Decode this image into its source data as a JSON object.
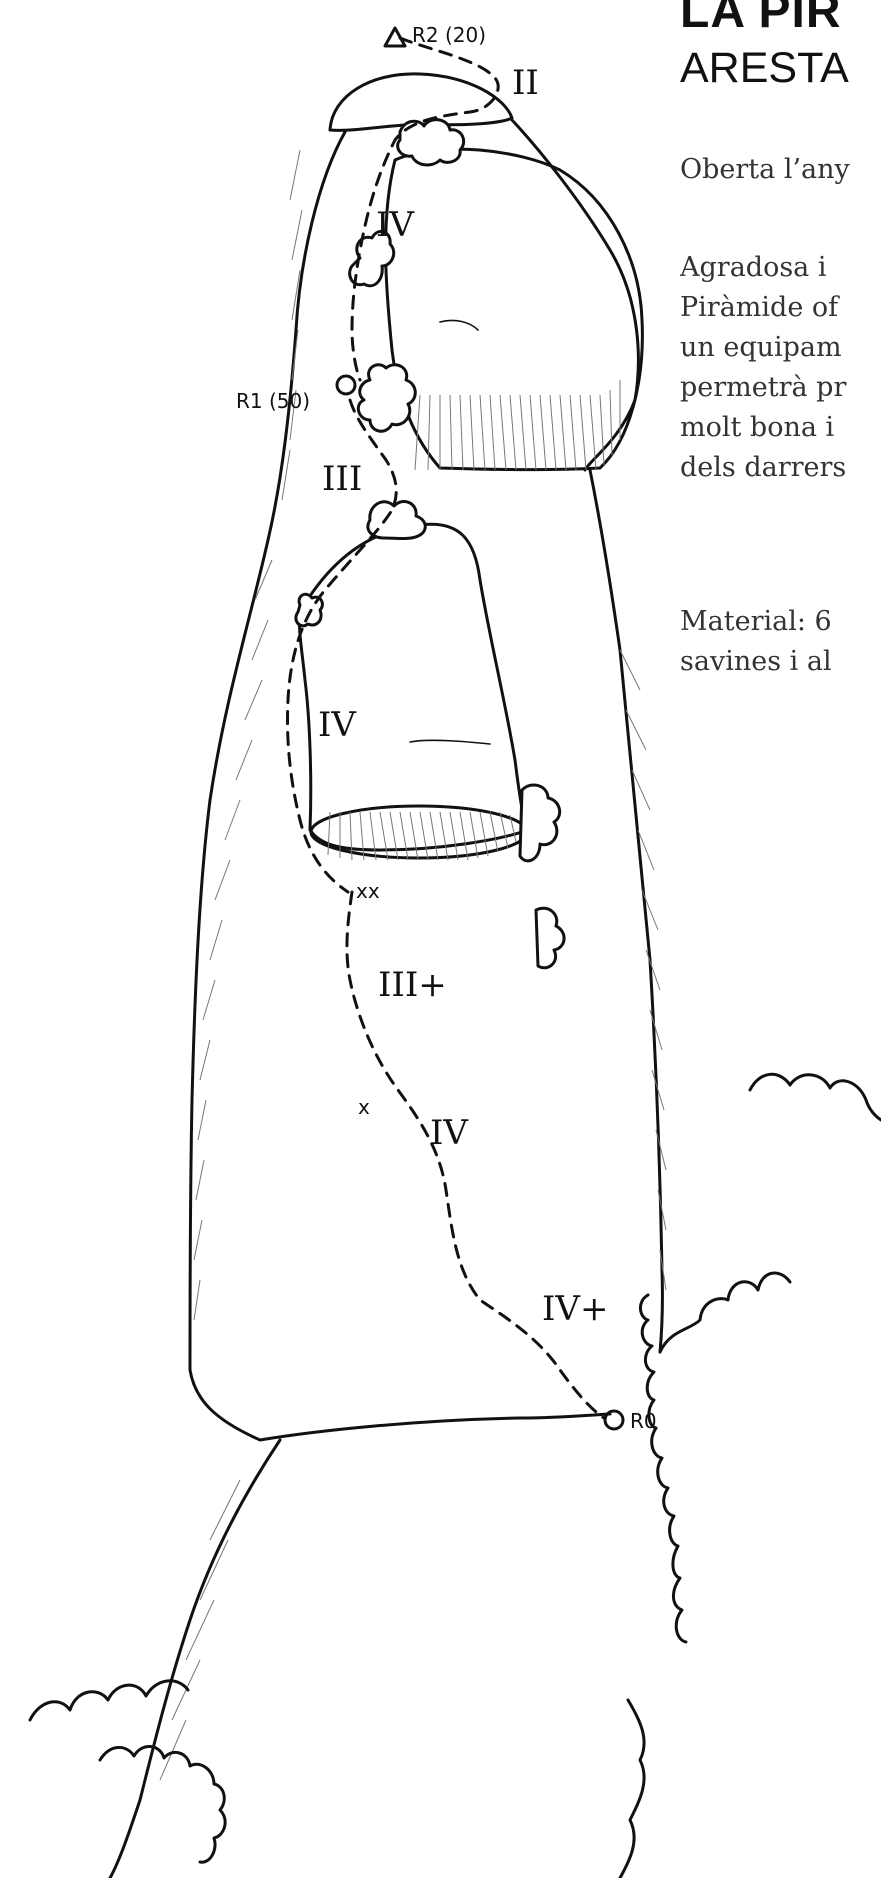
{
  "header": {
    "title": "LA PIR",
    "subtitle": "ARESTA"
  },
  "description": {
    "opened": "Oberta l’any",
    "lines": [
      "Agradosa i",
      "Piràmide of",
      "un equipam",
      "permetrà pr",
      "molt bona i",
      "dels darrers"
    ],
    "material": [
      "Material: 6",
      "savines i al"
    ]
  },
  "topo": {
    "belays": {
      "r2": "R2 (20)",
      "r1": "R1 (50)",
      "r0": "R0"
    },
    "grades": {
      "top_pitch": "II",
      "p1_upper": "IV",
      "p1_mid": "III",
      "p1_block": "IV",
      "p0_upper": "III+",
      "p0_mid": "IV",
      "p0_start": "IV+"
    },
    "marks": {
      "double_bolt": "xx",
      "single_bolt": "x"
    }
  }
}
